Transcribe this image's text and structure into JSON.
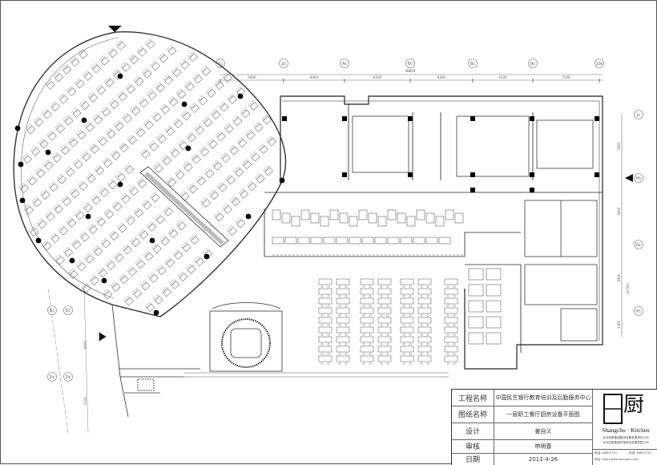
{
  "drawing": {
    "top_axes": [
      "1c",
      "2c",
      "4c",
      "6c",
      "8c",
      "9c",
      "10c"
    ],
    "top_total_dim": "48850",
    "top_dims": [
      "9400",
      "8000",
      "8500",
      "8000",
      "6100",
      "7500"
    ],
    "right_axes": [
      "Jc",
      "Hc",
      "Gc",
      "Fc"
    ],
    "right_dims": [
      "7800",
      "8400",
      "8400",
      "3300"
    ],
    "right_total_dim": "16,500",
    "left_axes": [
      "Ec",
      "Ec",
      "Dc",
      "Dc"
    ],
    "left_dims": [
      "8400",
      "2100"
    ]
  },
  "title_block": {
    "rows": [
      {
        "label": "工程名称",
        "value": "中国民生银行教育培训及后勤服务中心"
      },
      {
        "label": "图纸名称",
        "value": "一层职工餐厅厨房设备平面图"
      },
      {
        "label": "设计",
        "value": "姜自义"
      },
      {
        "label": "审核",
        "value": "申明春"
      },
      {
        "label": "日期",
        "value": "2011-4-26"
      }
    ],
    "logo": {
      "mark": "厨",
      "brand_en": "Shangchu · Kitchen",
      "company_lines": [
        "北京尚厨集团厨房设备有限责任公司",
        "北京尚厨集团环保科技发展有限公司"
      ],
      "phone": "电话: 64802710",
      "fax": "传真: 64802710",
      "web": "网址: http://www.shangchu.net"
    }
  }
}
